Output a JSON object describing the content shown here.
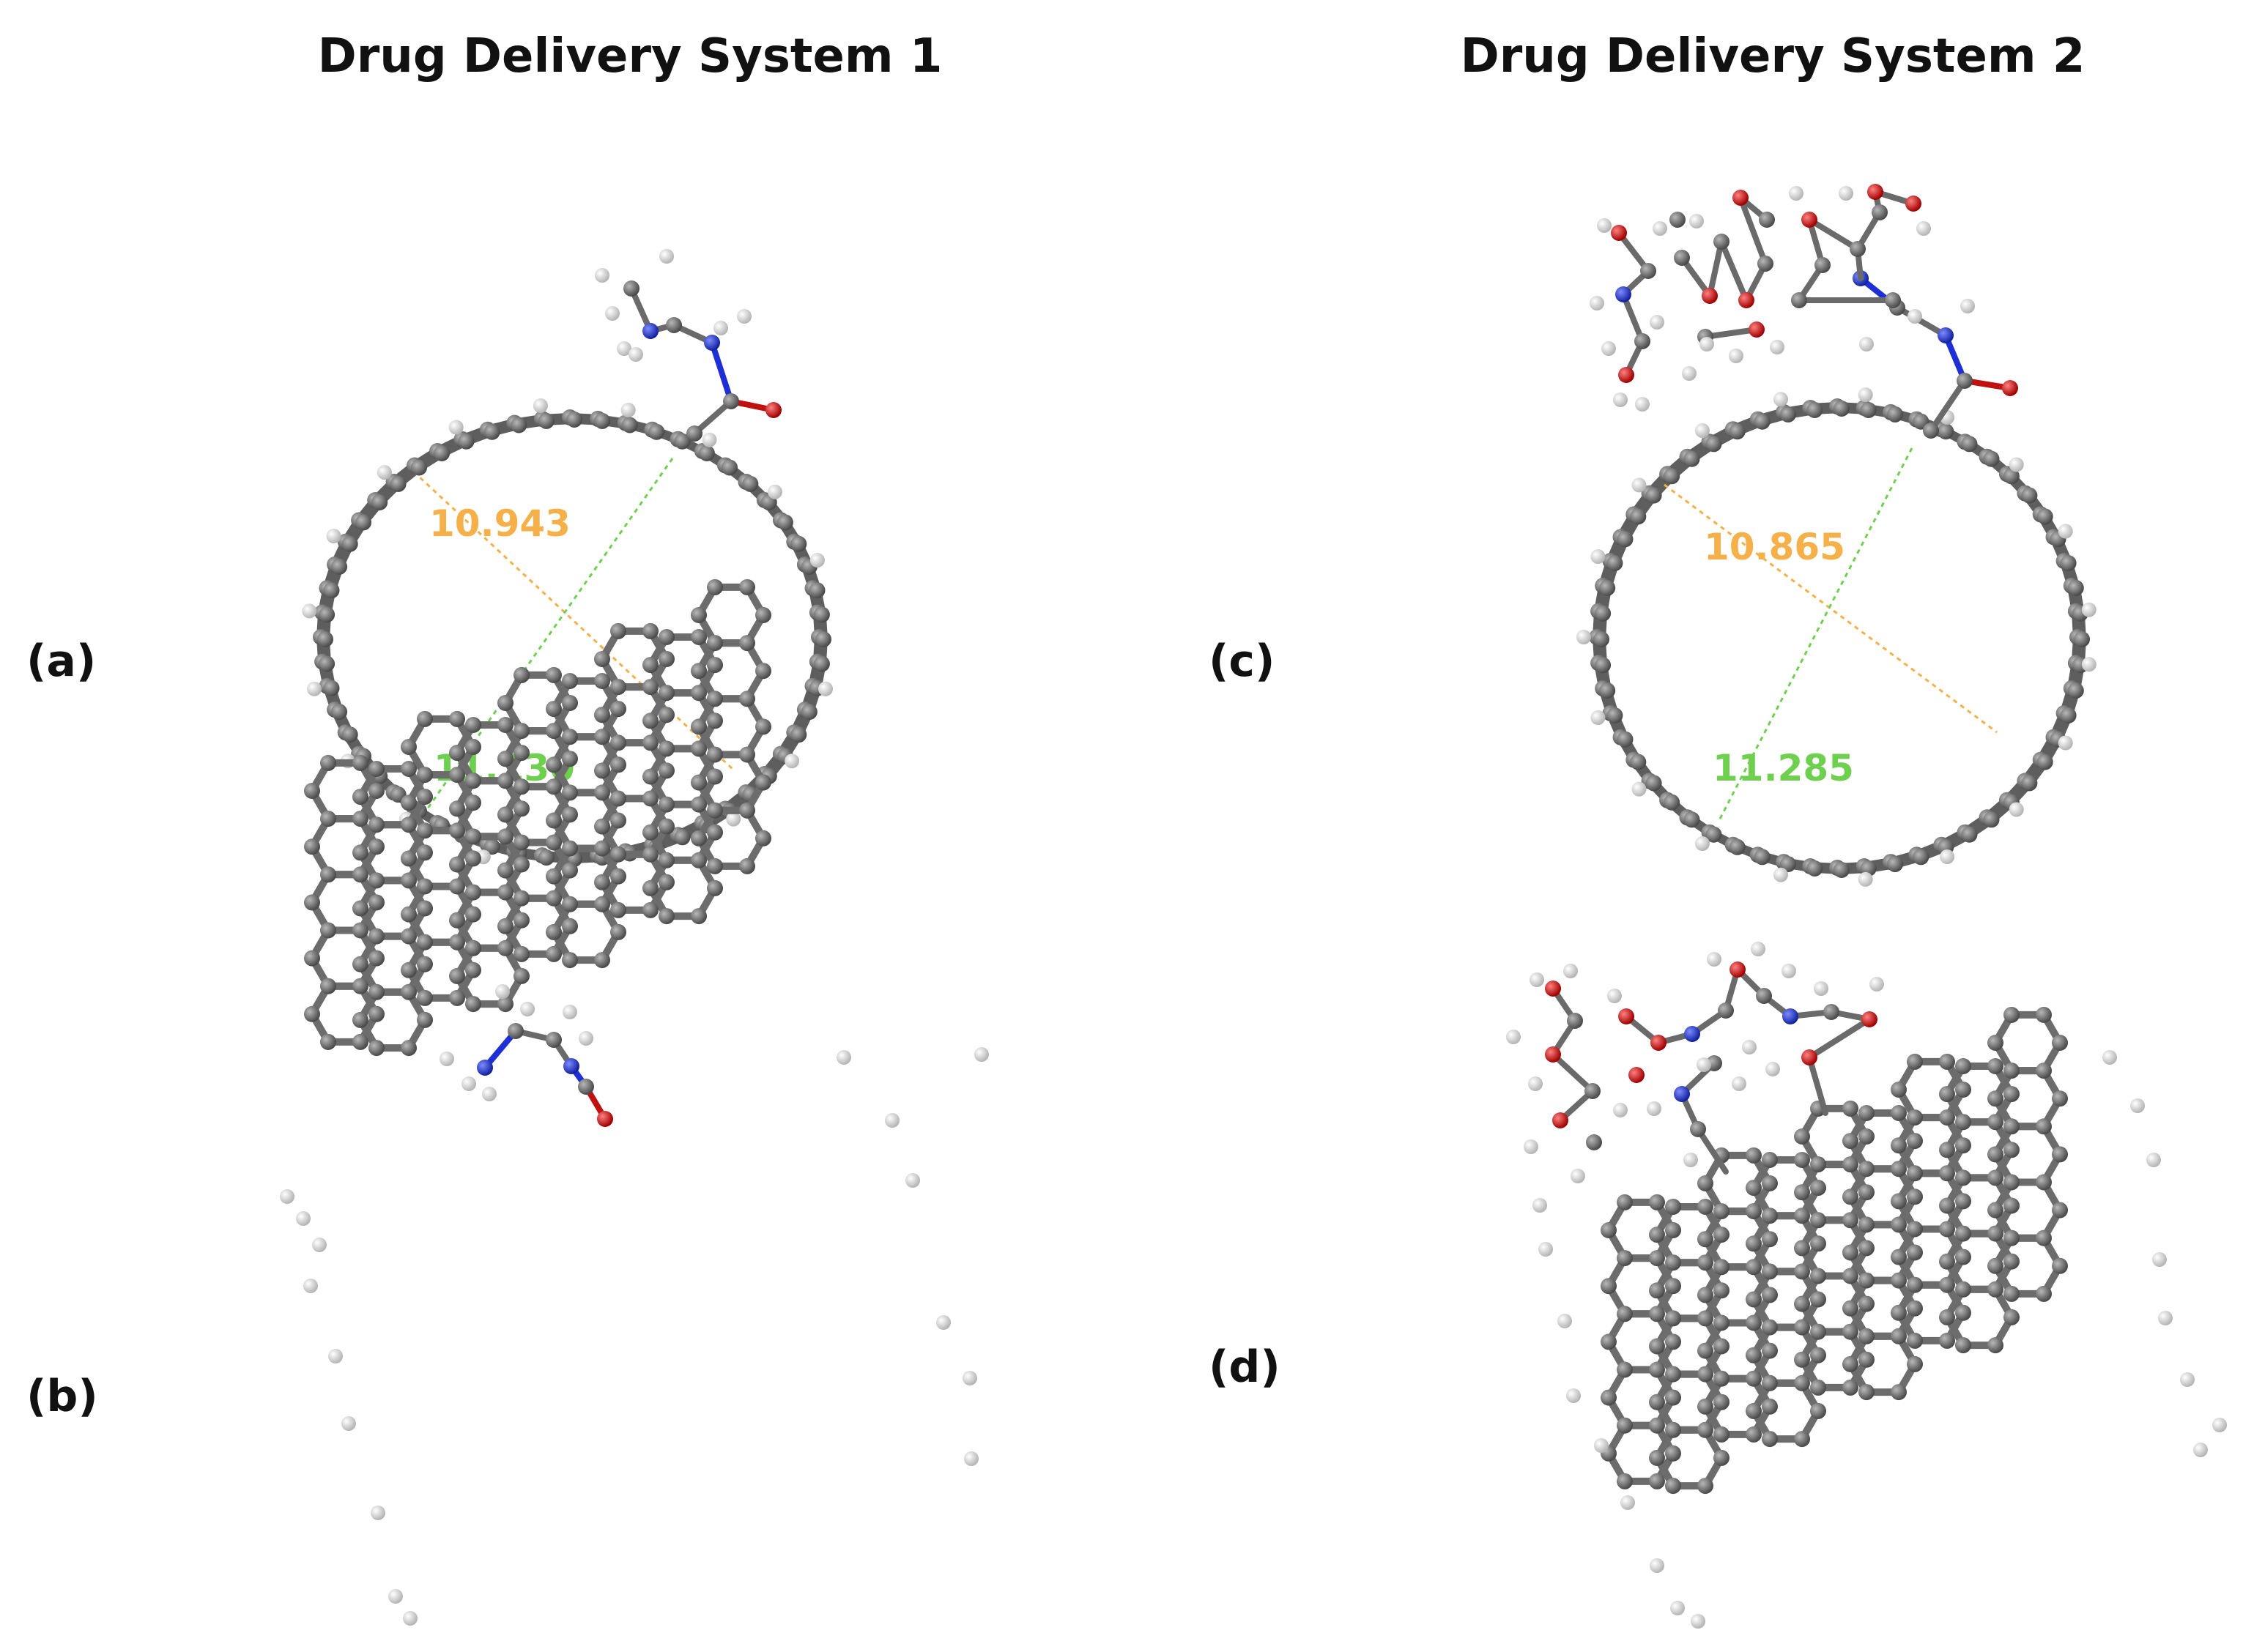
{
  "titles": {
    "system1": "Drug Delivery System 1",
    "system2": "Drug Delivery System 2"
  },
  "panel_labels": {
    "a": "(a)",
    "b": "(b)",
    "c": "(c)",
    "d": "(d)"
  },
  "measurements": {
    "a": {
      "orange": "10.943",
      "green": "11.130"
    },
    "c": {
      "orange": "10.865",
      "green": "11.285"
    }
  },
  "colors": {
    "carbon": "#6e6e6e",
    "hydrogen": "#f2f2f2",
    "nitrogen": "#1f2fd6",
    "oxygen": "#e01010",
    "orange_measure": "#f5b04a",
    "green_measure": "#6fcf4f"
  }
}
